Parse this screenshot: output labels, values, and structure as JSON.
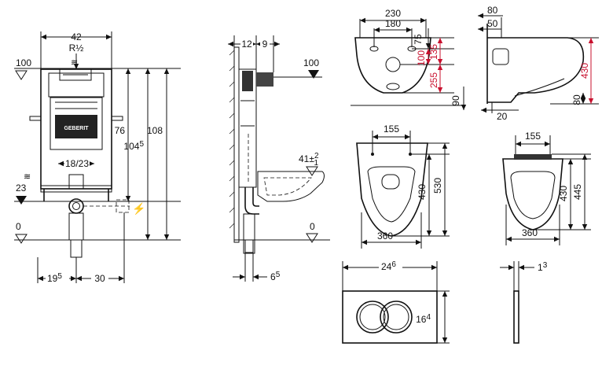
{
  "colors": {
    "line": "#111111",
    "accent_dim": "#c8102e",
    "background": "#ffffff"
  },
  "frame_front": {
    "width": "42",
    "thread": "R½",
    "level_top": "100",
    "level_mid": "23",
    "level_floor": "0",
    "h_76": "76",
    "h_104": "104",
    "h_104_sup": "5",
    "h_108": "108",
    "pipe": "18/23",
    "offset_19": "19",
    "offset_19_sup": "5",
    "offset_30": "30",
    "brand": "GEBERIT"
  },
  "frame_side": {
    "d12": "12",
    "d9": "9",
    "level_top": "100",
    "bowl_height": "41",
    "tol_plus": "±",
    "tol_sup": "2",
    "tol_sub": "1",
    "level_floor": "0",
    "offset_6": "6",
    "offset_6_sup": "5"
  },
  "bowl_back": {
    "w230": "230",
    "w180": "180",
    "h75": "75",
    "h100": "100",
    "h135": "135",
    "h255": "255",
    "h90": "90"
  },
  "bowl_side": {
    "d80": "80",
    "d50": "50",
    "h430": "430",
    "h80": "80",
    "d20": "20"
  },
  "bowl_top": {
    "w155": "155",
    "h430": "430",
    "h530": "530",
    "w360": "360"
  },
  "seat_top": {
    "w155": "155",
    "h430": "430",
    "h445": "445",
    "w360": "360"
  },
  "plate_front": {
    "w24": "24",
    "w24_sup": "6",
    "h16": "16",
    "h16_sup": "4"
  },
  "plate_side": {
    "d1": "1",
    "d1_sup": "3"
  }
}
